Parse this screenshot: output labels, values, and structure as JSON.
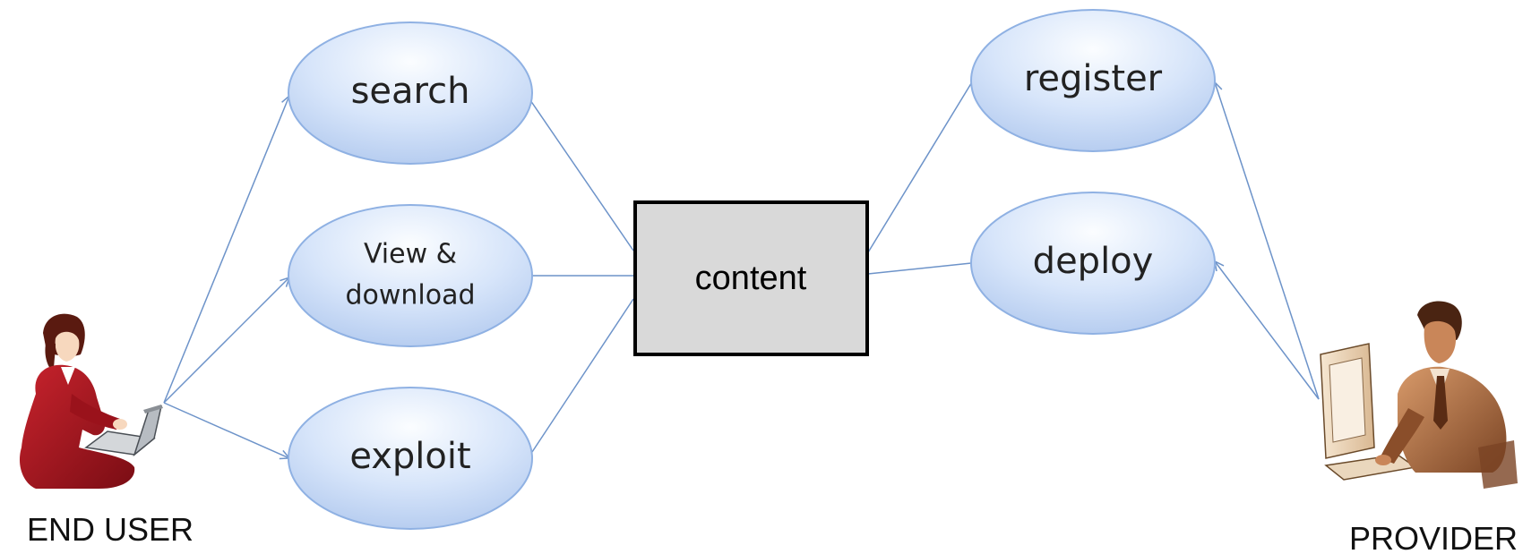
{
  "nodes": {
    "search": "search",
    "view_download_line1": "View &",
    "view_download_line2": "download",
    "exploit": "exploit",
    "content": "content",
    "register": "register",
    "deploy": "deploy"
  },
  "actors": {
    "end_user": "END USER",
    "provider": "PROVIDER"
  },
  "colors": {
    "ellipse_fill_top": "#f3f7ff",
    "ellipse_fill_bottom": "#bcd2f4",
    "ellipse_stroke": "#8fb1e3",
    "arrow": "#6d93c9",
    "content_fill": "#d9d9d9",
    "content_stroke": "#000000"
  }
}
